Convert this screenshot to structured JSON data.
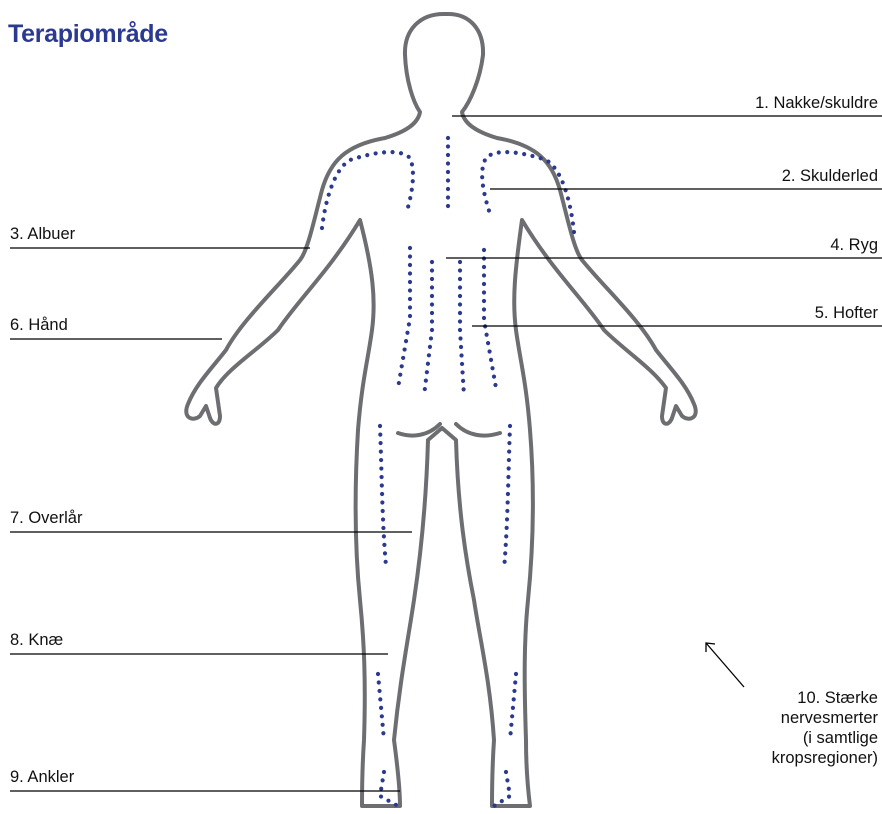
{
  "title": "Terapiområde",
  "colors": {
    "title": "#2b3990",
    "outline": "#6d6e71",
    "dots": "#2b3990",
    "lines": "#000000"
  },
  "labels": {
    "neck": "1. Nakke/skuldre",
    "shoulder": "2. Skulderled",
    "elbows": "3. Albuer",
    "back": "4. Ryg",
    "hand": "6. Hånd",
    "hips": "5. Hofter",
    "thigh": "7. Overlår",
    "knee": "8. Knæ",
    "ankles": "9. Ankler",
    "nerve_pain": [
      "10. Stærke",
      "nervesmerter",
      "(i samtlige",
      "kropsregioner)"
    ]
  }
}
